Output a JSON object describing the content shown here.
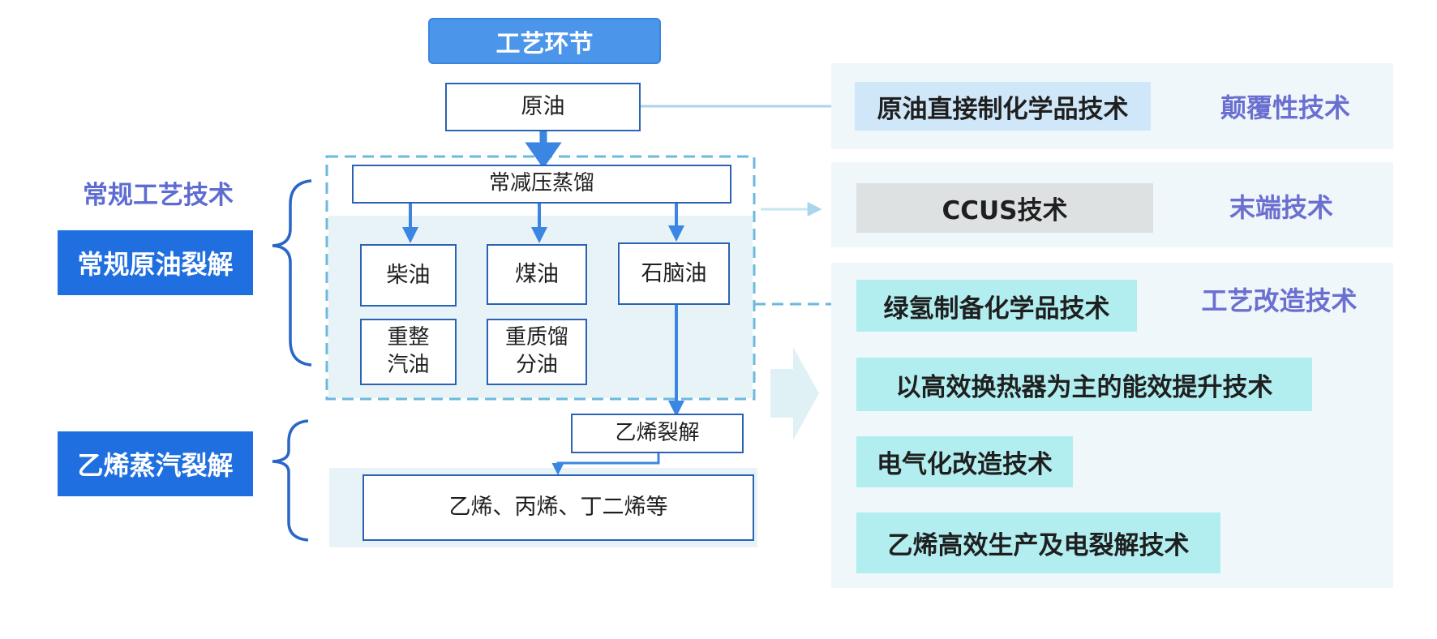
{
  "header": {
    "title": "工艺环节"
  },
  "left_labels": {
    "conventional_tech": "常规工艺技术",
    "crude_cracking": "常规原油裂解",
    "ethylene_cracking": "乙烯蒸汽裂解"
  },
  "flow": {
    "crude_oil": "原油",
    "distillation": "常减压蒸馏",
    "diesel": "柴油",
    "kerosene": "煤油",
    "naphtha": "石脑油",
    "reformed_gasoline": "重整\n汽油",
    "heavy_distillate": "重质馏\n分油",
    "ethylene_cracking": "乙烯裂解",
    "products": "乙烯、丙烯、丁二烯等"
  },
  "right": {
    "disruptive": {
      "tag": "原油直接制化学品技术",
      "category": "颠覆性技术"
    },
    "end_of_pipe": {
      "tag": "CCUS技术",
      "category": "末端技术"
    },
    "process_retrofit": {
      "category": "工艺改造技术",
      "tags": [
        "绿氢制备化学品技术",
        "以高效换热器为主的能效提升技术",
        "电气化改造技术",
        "乙烯高效生产及电裂解技术"
      ]
    }
  },
  "colors": {
    "header_blue": "#4b95ea",
    "label_blue": "#1f6fe0",
    "arrow_blue": "#3b86e2",
    "box_border": "#2a63b4",
    "panel_bg": "#eff7fa",
    "category_text": "#6b6fd0"
  }
}
